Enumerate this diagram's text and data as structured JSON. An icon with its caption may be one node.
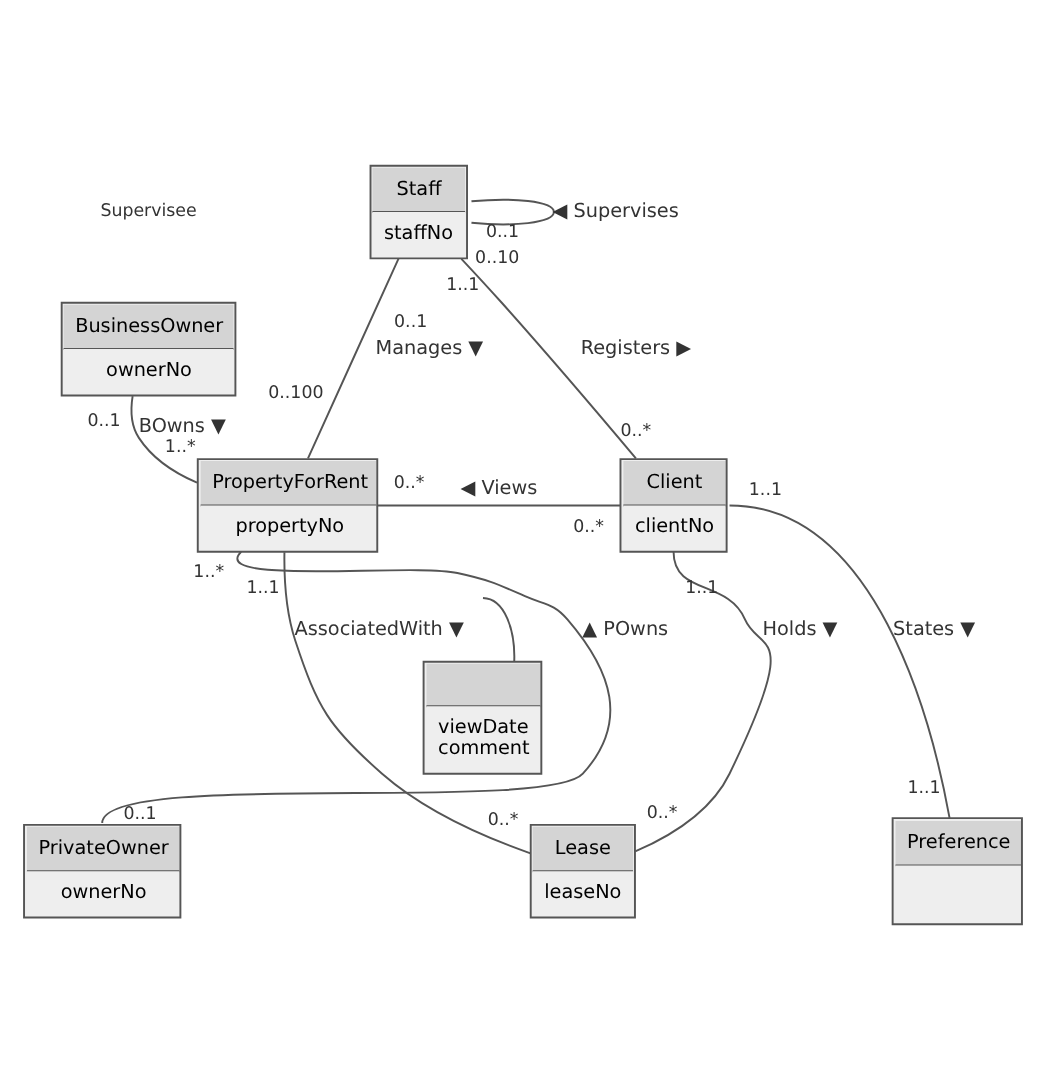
{
  "diagram": {
    "nodes": [
      {
        "text": [
          "Staff",
          "staffNo"
        ]
      },
      {
        "text": [
          "BusinessOwner",
          "ownerNo"
        ]
      },
      {
        "text": [
          "PropertyForRent",
          "propertyNo"
        ]
      },
      {
        "text": [
          "Client",
          "clientNo"
        ]
      },
      {
        "text": [
          "viewDate",
          "comment"
        ]
      },
      {
        "text": [
          "PrivateOwner",
          "ownerNo"
        ]
      },
      {
        "text": [
          "Lease",
          "leaseNo"
        ]
      },
      {
        "text": [
          "Preference"
        ]
      }
    ],
    "edges": [
      {
        "from": 0,
        "to": 0,
        "arrow": "none",
        "label": "◀ Supervises"
      },
      {
        "from": 0,
        "to": 3,
        "arrow": "none",
        "label": "Registers ▶"
      },
      {
        "from": 0,
        "to": 2,
        "arrow": "none",
        "label": "Manages ▼"
      },
      {
        "from": 1,
        "to": 2,
        "arrow": "none",
        "label": "BOwns ▼"
      },
      {
        "from": 2,
        "to": 3,
        "arrow": "none",
        "label": "◀ Views"
      },
      {
        "from": 4,
        "to": null,
        "arrow": "none"
      },
      {
        "from": 5,
        "to": 2,
        "arrow": "none",
        "label": "▲ POwns"
      },
      {
        "from": 2,
        "to": 6,
        "arrow": "none",
        "label": "AssociatedWith ▼"
      },
      {
        "from": 3,
        "to": 6,
        "arrow": "none",
        "label": "Holds ▼"
      },
      {
        "from": 3,
        "to": 7,
        "arrow": "none",
        "label": "States ▼"
      }
    ],
    "labels": [
      "0..1",
      "0..10",
      "Supervisee",
      "1..1",
      "0..1",
      "0..1",
      "0..100",
      "1..*",
      "0..*",
      "0..*",
      "0..*",
      "1..*",
      "1..1",
      "1..1",
      "1..1",
      "0..1",
      "0..*",
      "0..*",
      "1..1"
    ]
  }
}
